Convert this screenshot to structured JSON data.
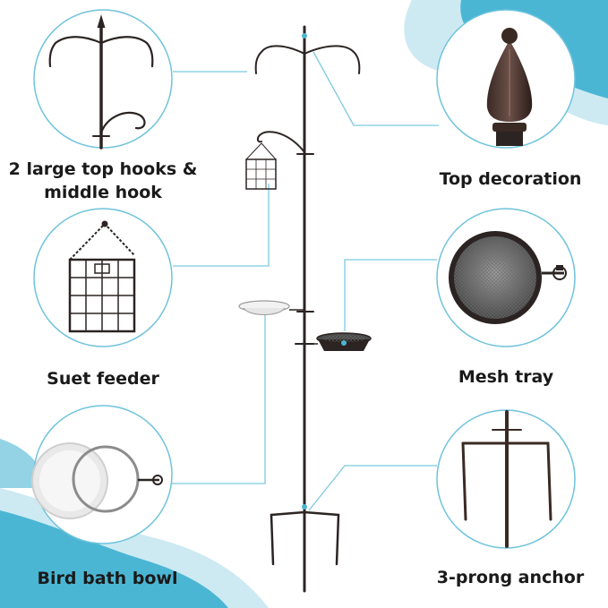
{
  "colors": {
    "accent_blue": "#4bb6d4",
    "light_blue": "#cdeaf3",
    "metal": "#2b2422",
    "callout_line": "#7cc9df"
  },
  "labels": {
    "top_hooks_line1": "2 large top hooks &",
    "top_hooks_line2": "middle hook",
    "top_decoration": "Top decoration",
    "suet_feeder": "Suet feeder",
    "mesh_tray": "Mesh tray",
    "bird_bath_bowl": "Bird bath bowl",
    "prong_anchor": "3-prong anchor"
  }
}
